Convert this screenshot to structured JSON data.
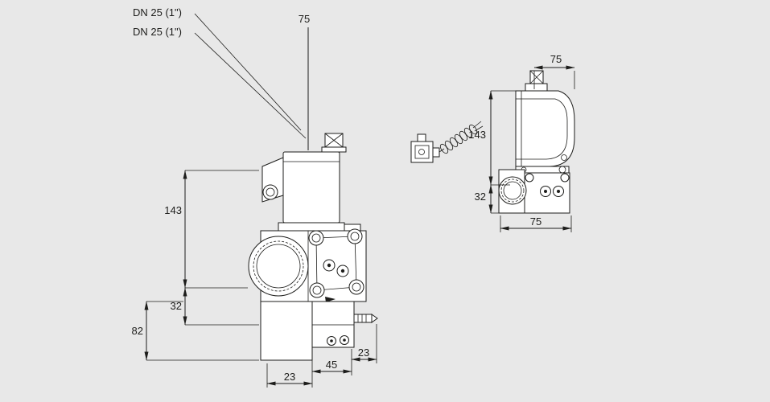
{
  "page": {
    "background_color": "#e8e8e8",
    "line_color": "#1d1d1b",
    "description": "Dimensional drawing of gas solenoid valve, front view and side view"
  },
  "main_view": {
    "labels": {
      "dn_line1": "DN 25 (1\")",
      "dn_line2": "DN 25 (1\")",
      "dim_top_width": "75",
      "dim_height": "143",
      "dim_flange_offset": "32",
      "dim_lower_height": "82",
      "dim_bottom_left": "23",
      "dim_bottom_center": "45",
      "dim_bottom_right": "23"
    }
  },
  "side_view": {
    "labels": {
      "dim_top_width": "75",
      "dim_height": "143",
      "dim_flange_offset": "32",
      "dim_bottom_width": "75"
    }
  }
}
